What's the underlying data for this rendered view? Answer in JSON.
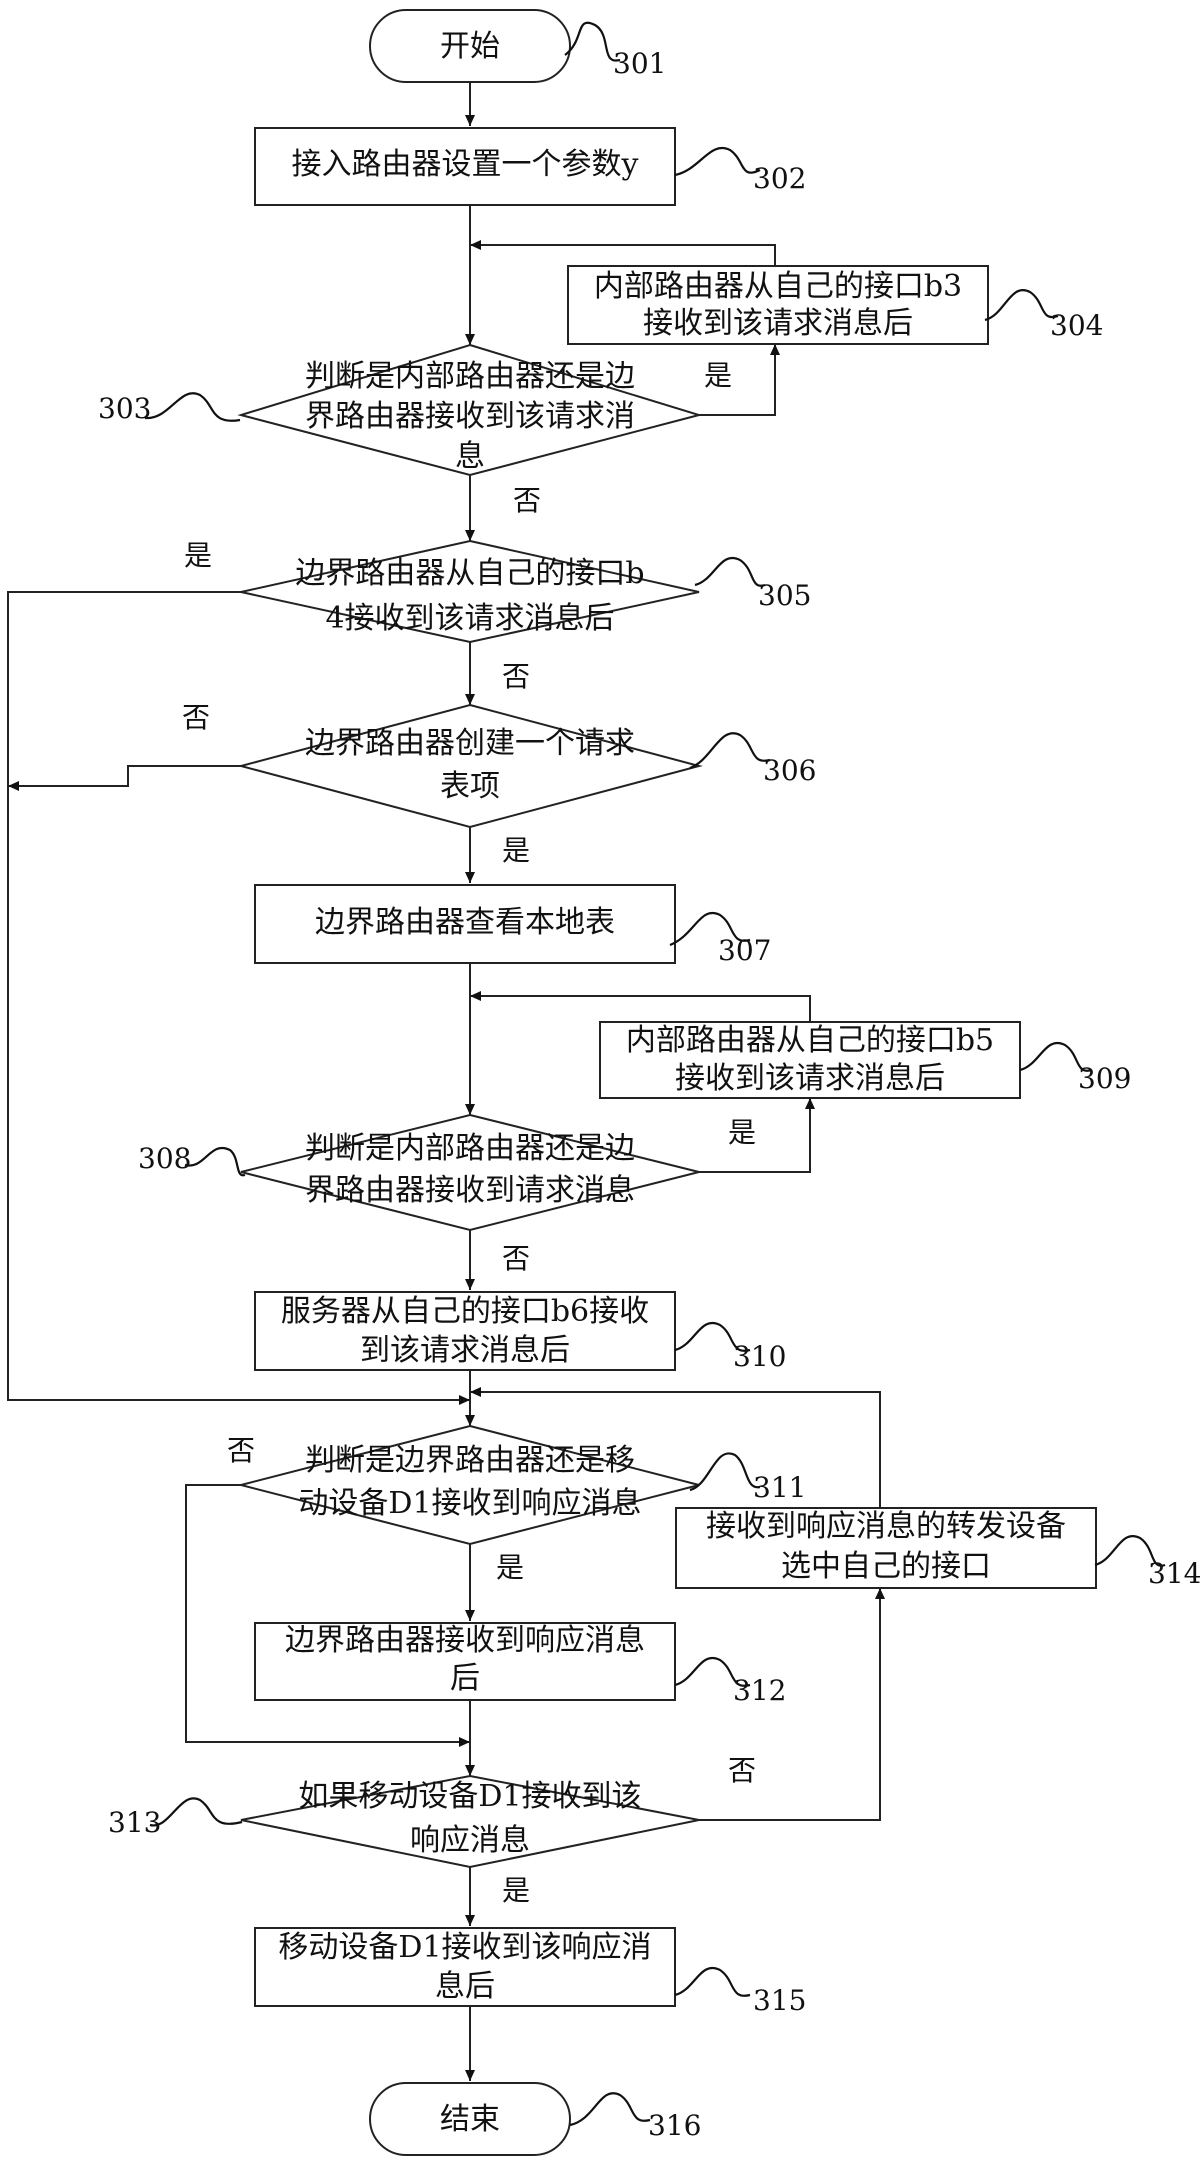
{
  "flowchart": {
    "start": "开始",
    "end": "结束",
    "yes": "是",
    "no": "否",
    "nodes": {
      "n301": {
        "ref": "301",
        "lines": [
          "开始"
        ]
      },
      "n302": {
        "ref": "302",
        "lines": [
          "接入路由器设置一个参数y"
        ]
      },
      "n303": {
        "ref": "303",
        "lines": [
          "判断是内部路由器还是边",
          "界路由器接收到该请求消",
          "息"
        ]
      },
      "n304": {
        "ref": "304",
        "lines": [
          "内部路由器从自己的接口b3",
          "接收到该请求消息后"
        ]
      },
      "n305": {
        "ref": "305",
        "lines": [
          "边界路由器从自己的接口b",
          "4接收到该请求消息后"
        ]
      },
      "n306": {
        "ref": "306",
        "lines": [
          "边界路由器创建一个请求",
          "表项"
        ]
      },
      "n307": {
        "ref": "307",
        "lines": [
          "边界路由器查看本地表"
        ]
      },
      "n308": {
        "ref": "308",
        "lines": [
          "判断是内部路由器还是边",
          "界路由器接收到请求消息"
        ]
      },
      "n309": {
        "ref": "309",
        "lines": [
          "内部路由器从自己的接口b5",
          "接收到该请求消息后"
        ]
      },
      "n310": {
        "ref": "310",
        "lines": [
          "服务器从自己的接口b6接收",
          "到该请求消息后"
        ]
      },
      "n311": {
        "ref": "311",
        "lines": [
          "判断是边界路由器还是移",
          "动设备D1接收到响应消息"
        ]
      },
      "n312": {
        "ref": "312",
        "lines": [
          "边界路由器接收到响应消息",
          "后"
        ]
      },
      "n313": {
        "ref": "313",
        "lines": [
          "如果移动设备D1接收到该",
          "响应消息"
        ]
      },
      "n314": {
        "ref": "314",
        "lines": [
          "接收到响应消息的转发设备",
          "选中自己的接口"
        ]
      },
      "n315": {
        "ref": "315",
        "lines": [
          "移动设备D1接收到该响应消",
          "息后"
        ]
      },
      "n316": {
        "ref": "316",
        "lines": [
          "结束"
        ]
      }
    }
  }
}
